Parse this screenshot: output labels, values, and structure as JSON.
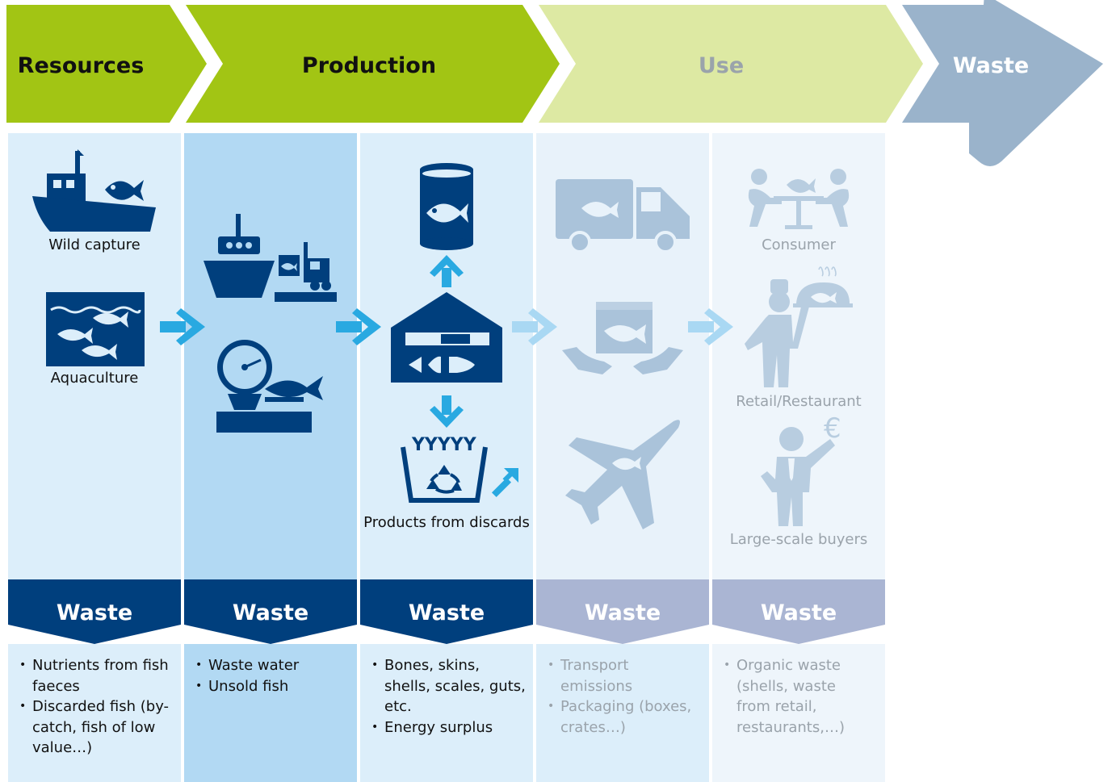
{
  "stages": [
    {
      "label": "Resources"
    },
    {
      "label": "Production"
    },
    {
      "label": "Use"
    },
    {
      "label": "Waste"
    }
  ],
  "columns": [
    {
      "captions": [
        "Wild capture",
        "Aquaculture"
      ],
      "waste_label": "Waste",
      "waste_items": [
        "Nutrients from fish faeces",
        "Discarded fish (by-catch, fish of low value…)"
      ]
    },
    {
      "captions": [],
      "waste_label": "Waste",
      "waste_items": [
        "Waste water",
        "Unsold fish"
      ]
    },
    {
      "captions": [
        "Products from discards"
      ],
      "waste_label": "Waste",
      "waste_items": [
        "Bones, skins, shells, scales, guts, etc.",
        "Energy surplus"
      ]
    },
    {
      "captions": [],
      "waste_label": "Waste",
      "waste_items": [
        "Transport emissions",
        "Packaging (boxes, crates…)"
      ]
    },
    {
      "captions": [
        "Consumer",
        "Retail/Restaurant",
        "Large-scale buyers"
      ],
      "waste_label": "Waste",
      "waste_items": [
        "Organic waste (shells, waste from retail, restaurants,…)"
      ]
    }
  ],
  "currency_symbol": "€",
  "colors": {
    "dark_blue": "#003f7d",
    "light_blue": "#b2d9f3",
    "pale_blue": "#dceefa",
    "arrow_blue": "#29a9e1",
    "green": "#a2c514",
    "pale_green": "#dde9a3",
    "grey_blue": "#9ab3cb",
    "lavender": "#aab5d3",
    "grey_text": "#9aa3ab"
  }
}
